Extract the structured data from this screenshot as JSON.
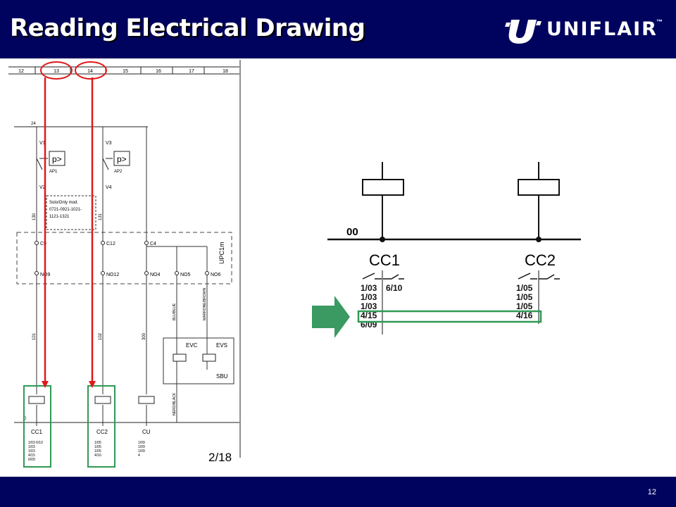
{
  "slide": {
    "title": "Reading Electrical Drawing",
    "brand": "UNIFLAIR",
    "brand_tm": "™",
    "page_number": "12",
    "schematic_page_ref": "2/18",
    "colors": {
      "band": "#00035e",
      "callout_red": "#e0181b",
      "highlight_green": "#2e9a54"
    }
  },
  "schematic": {
    "column_numbers": [
      "12",
      "13",
      "14",
      "15",
      "16",
      "17",
      "18"
    ],
    "wire_24": "24",
    "wire_0": "0",
    "switch_labels": [
      "V1",
      "V2",
      "V3",
      "V4"
    ],
    "pressure_switch_ids": [
      "AP1",
      "AP2"
    ],
    "note_lines": [
      "Solo/Only mod.",
      "0721-0921-1021-",
      "1121-1321"
    ],
    "wire_130": "130",
    "wire_131": "131",
    "controller_terminals": [
      "C9",
      "C12",
      "C4",
      "NO9",
      "NO12",
      "NO4",
      "NO5",
      "NO6"
    ],
    "controller_name": "UPC1m",
    "wire_numbers": [
      "101",
      "102",
      "300"
    ],
    "wire_colors": [
      "BLU/BLUE",
      "MARRONE/BROWN",
      "NERO/BLACK"
    ],
    "valves": [
      "EVC",
      "EVS"
    ],
    "valve_group": "SBU",
    "coils": [
      "CC1",
      "CC2",
      "CU"
    ],
    "contact_refs": {
      "CC1": [
        "1/03 6/10",
        "1/03",
        "1/03",
        "4/15",
        "6/09"
      ],
      "CC2": [
        "1/05",
        "1/05",
        "1/05",
        "4/16"
      ],
      "CU": [
        "1/09",
        "1/09",
        "1/09",
        "4"
      ]
    }
  },
  "zoom": {
    "wire": "00",
    "coils": [
      {
        "name": "CC1",
        "refs": [
          "1/03",
          "1/03",
          "1/03",
          "4/15",
          "6/09"
        ],
        "aux_ref": "6/10"
      },
      {
        "name": "CC2",
        "refs": [
          "1/05",
          "1/05",
          "1/05",
          "4/16"
        ]
      }
    ],
    "highlighted_row": "4/15 … 4/16"
  }
}
